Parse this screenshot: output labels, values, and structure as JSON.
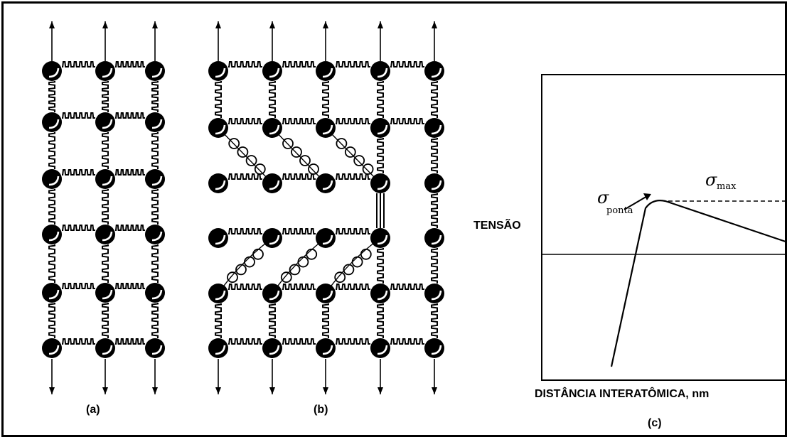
{
  "panels": {
    "a": {
      "caption": "(a)"
    },
    "b": {
      "caption": "(b)"
    },
    "c": {
      "caption": "(c)",
      "ylabel": "TENSÃO",
      "xlabel": "DISTÂNCIA INTERATÔMICA, nm",
      "sigma_symbol": "σ",
      "sigma_max_sub": "max",
      "sigma_ponta_sub": "ponta"
    }
  }
}
